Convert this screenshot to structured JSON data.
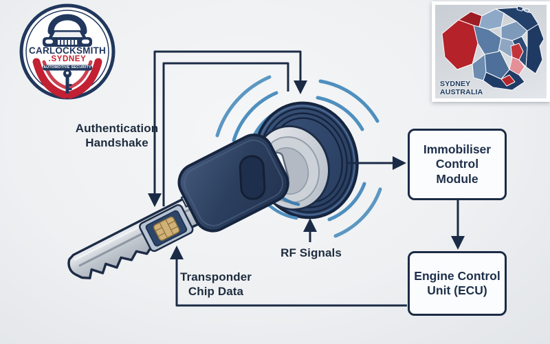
{
  "logo": {
    "name": "CARLOCKSMITH",
    "tld": ".SYDNEY",
    "tagline": "AUTOMOTIVE SECURITY",
    "colors": {
      "navy": "#21375d",
      "red": "#c22033"
    }
  },
  "map": {
    "caption_line1": "SYDNEY",
    "caption_line2": "AUSTRALIA"
  },
  "diagram": {
    "labels": {
      "authentication_handshake": "Authentication Handshake",
      "rf_signals": "RF Signals",
      "transponder_chip_data": "Transponder Chip Data"
    },
    "nodes": {
      "immobiliser": "Immobiliser Control Module",
      "ecu": "Engine Control Unit (ECU)"
    },
    "colors": {
      "arrow": "#1b2b45",
      "signal_blue": "#4e8fbe",
      "key_navy": "#2c3f5e",
      "blade_gray": "#c3c9d0",
      "chip_gold": "#d2b176"
    }
  }
}
